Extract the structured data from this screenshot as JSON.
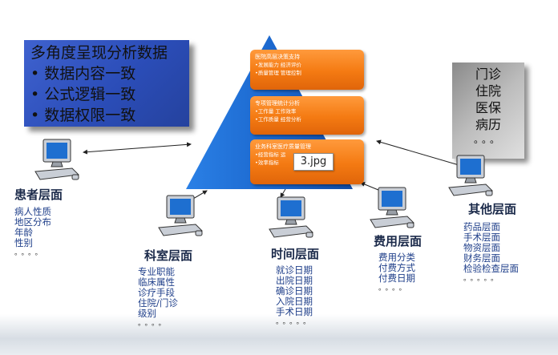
{
  "summary_box": {
    "title": "多角度呈现分析数据",
    "items": [
      "数据内容一致",
      "公式逻辑一致",
      "数据权限一致"
    ]
  },
  "other_box": {
    "items": [
      "门诊",
      "住院",
      "医保",
      "病历"
    ],
    "more": "。。。"
  },
  "pyramid": {
    "color_fill": "#1f6fd6",
    "levels": [
      {
        "title": "医院高层决策支持",
        "lines": [
          "•发展能力  经济评价",
          "•质量管理  管理控制"
        ]
      },
      {
        "title": "专项管理统计分析",
        "lines": [
          "•工作量  工作效率",
          "•工作质量  经营分析"
        ]
      },
      {
        "title": "业务科室医疗质量管理",
        "lines": [
          "•经营指标  运",
          "•效率指标  "
        ]
      }
    ],
    "tooltip": "3.jpg"
  },
  "layers": [
    {
      "id": "patient",
      "title": "患者层面",
      "items": [
        "病人性质",
        "地区分布",
        "年龄",
        "性别"
      ],
      "more": "。。。。"
    },
    {
      "id": "dept",
      "title": "科室层面",
      "items": [
        "专业职能",
        "临床属性",
        "诊疗手段",
        "住院/门诊",
        "级别"
      ],
      "more": "。。。。"
    },
    {
      "id": "time",
      "title": "时间层面",
      "items": [
        "就诊日期",
        "出院日期",
        "确诊日期",
        "入院日期",
        "手术日期"
      ],
      "more": "。。。。。"
    },
    {
      "id": "cost",
      "title": "费用层面",
      "items": [
        "费用分类",
        "付费方式",
        "付费日期"
      ],
      "more": "。。。。"
    },
    {
      "id": "other",
      "title": "其他层面",
      "items": [
        "药品层面",
        "手术层面",
        "物资层面",
        "财务层面",
        "检验检查层面"
      ],
      "more": "。。。。。"
    }
  ]
}
